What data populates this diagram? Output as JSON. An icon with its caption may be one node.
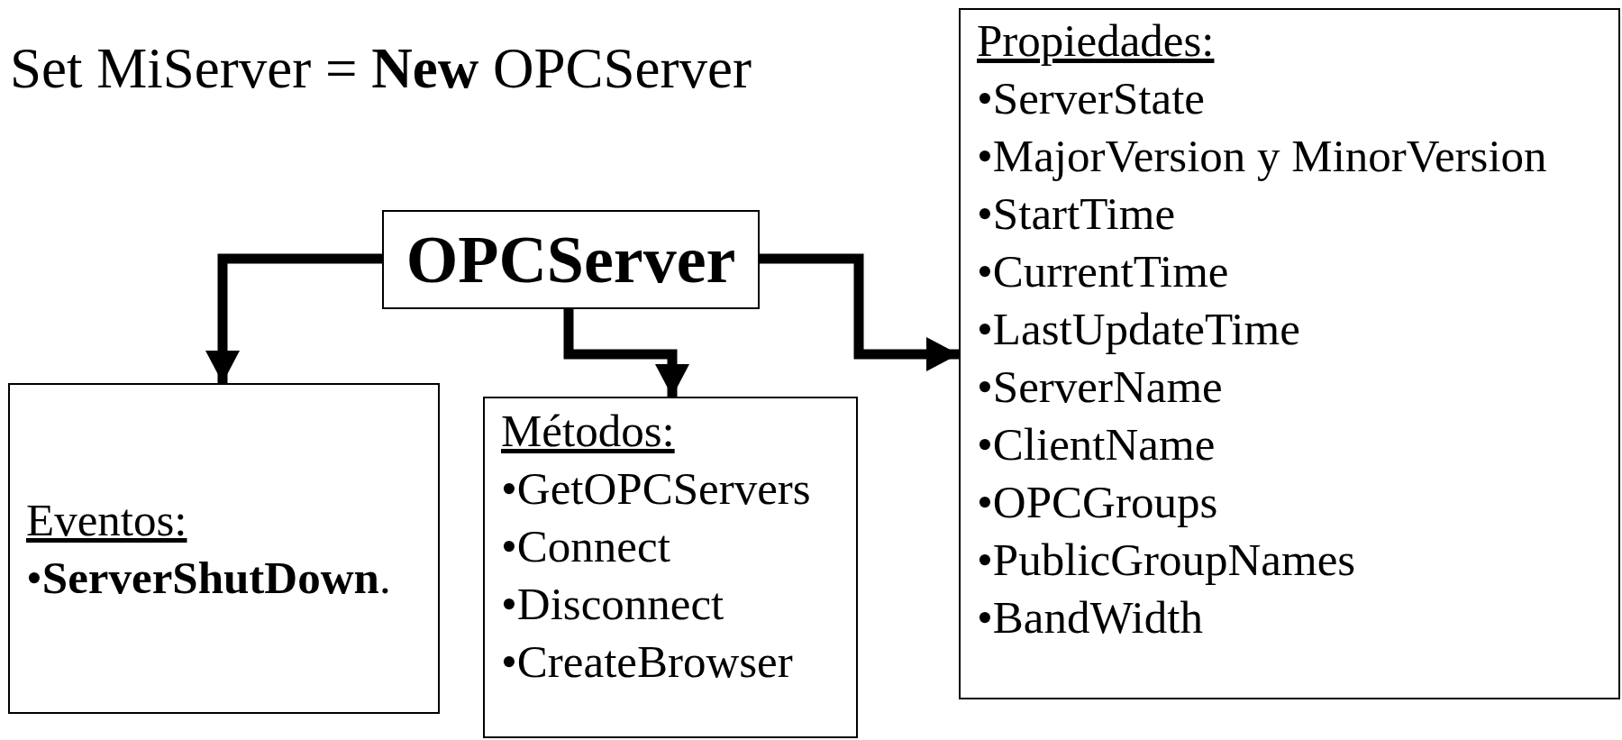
{
  "diagram": {
    "title": "Set MiServer = **New** OPCServer",
    "nodes": [
      {
        "text": [
          "OPCServer"
        ]
      },
      {
        "text": [
          "Eventos:",
          "•**ServerShutDown**."
        ]
      },
      {
        "text": [
          "Métodos:",
          "•GetOPCServers",
          "•Connect",
          "•Disconnect",
          "•CreateBrowser"
        ]
      },
      {
        "text": [
          "Propiedades:",
          "•ServerState",
          "•MajorVersion y MinorVersion",
          "•StartTime",
          "•CurrentTime",
          "•LastUpdateTime",
          "•ServerName",
          "•ClientName",
          "•OPCGroups",
          "•PublicGroupNames",
          "•BandWidth"
        ]
      }
    ],
    "edges": [
      {
        "from": 0,
        "to": 1,
        "arrow": "to"
      },
      {
        "from": 0,
        "to": 2,
        "arrow": "to"
      },
      {
        "from": 0,
        "to": 3,
        "arrow": "to"
      }
    ]
  }
}
